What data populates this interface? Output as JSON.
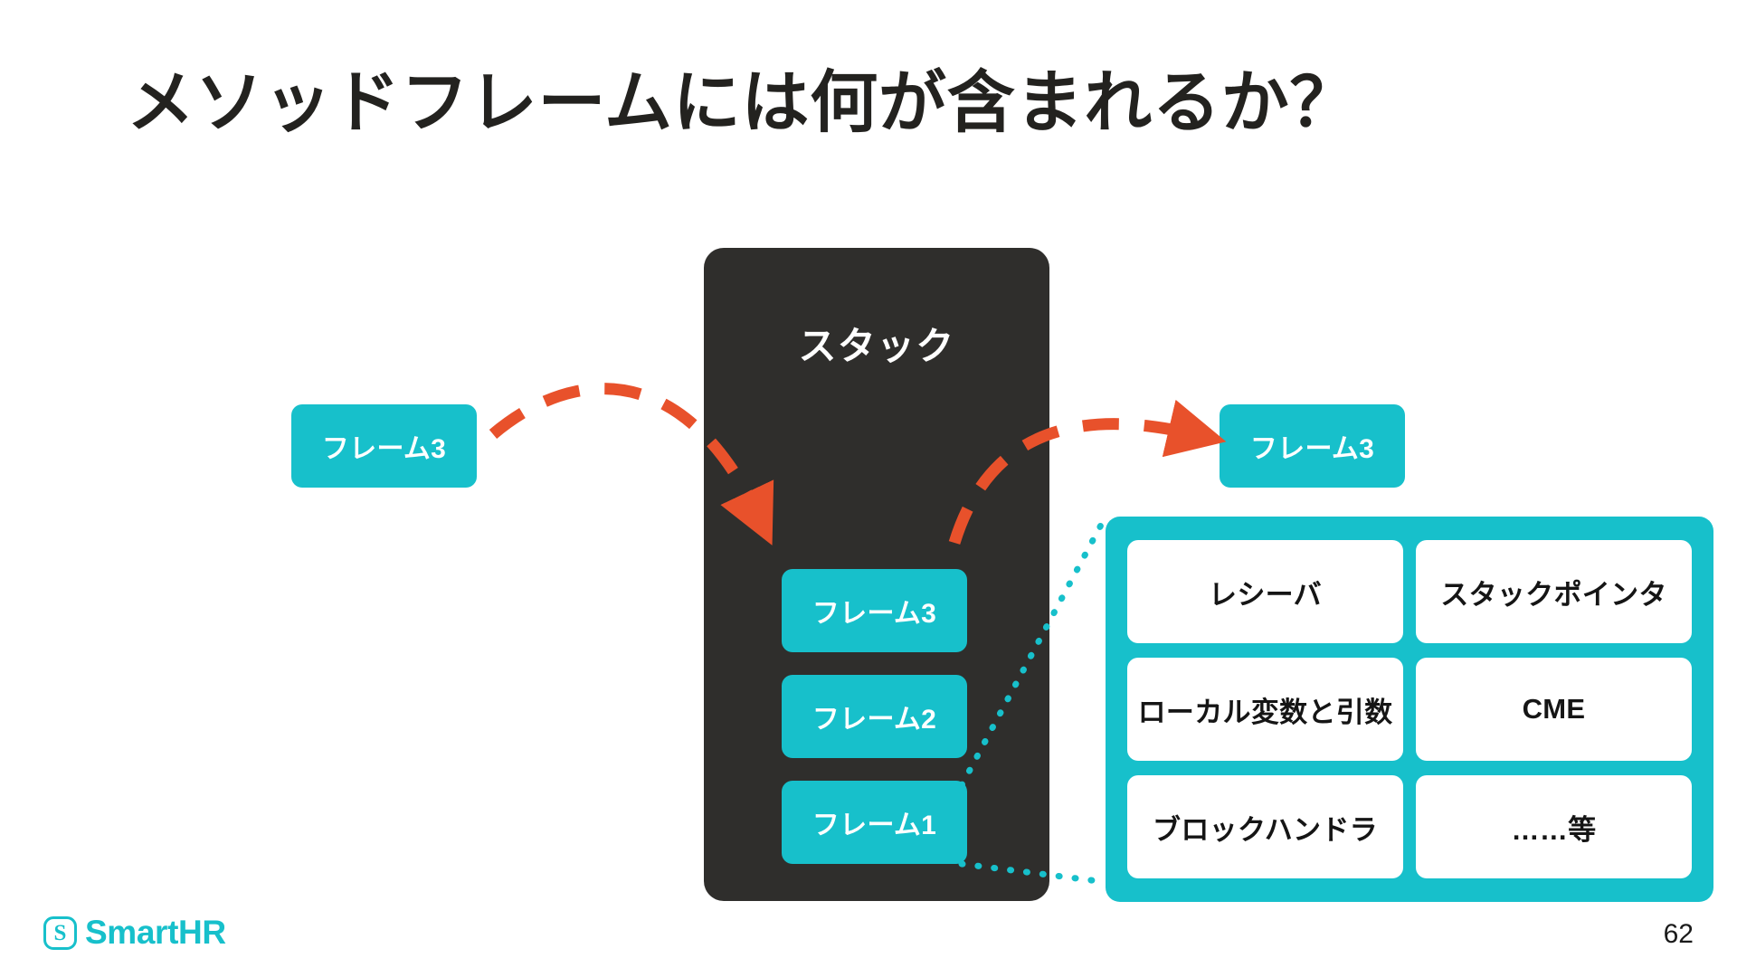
{
  "slide": {
    "title": "メソッドフレームには何が含まれるか？",
    "page_number": "62",
    "background_color": "#ffffff"
  },
  "colors": {
    "accent_cyan": "#17C0CB",
    "dark_panel": "#2F2E2C",
    "arrow_orange": "#E8512B",
    "text_dark": "#23221F",
    "text_white": "#ffffff"
  },
  "stack": {
    "label": "スタック",
    "frames": [
      {
        "label": "フレーム3"
      },
      {
        "label": "フレーム2"
      },
      {
        "label": "フレーム1"
      }
    ]
  },
  "chips": {
    "left": {
      "label": "フレーム3"
    },
    "right": {
      "label": "フレーム3"
    }
  },
  "detail_panel": {
    "items": [
      {
        "label": "レシーバ"
      },
      {
        "label": "スタックポインタ"
      },
      {
        "label": "ローカル変数と引数"
      },
      {
        "label": "CME"
      },
      {
        "label": "ブロックハンドラ"
      },
      {
        "label": "……等"
      }
    ]
  },
  "footer": {
    "logo_mark": "Ⓢ",
    "logo_text": "SmartHR"
  }
}
